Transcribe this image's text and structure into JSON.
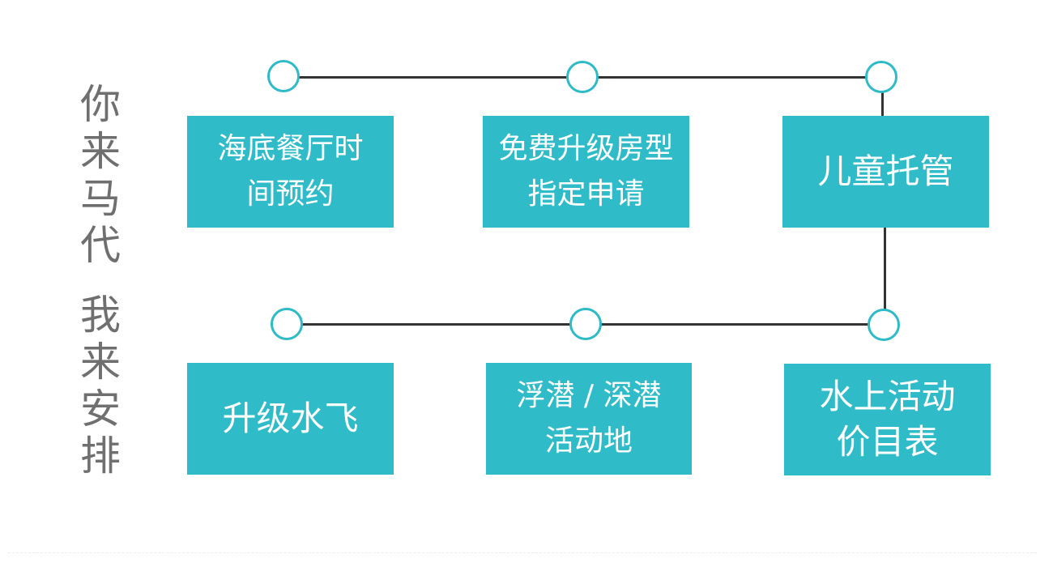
{
  "slogan": {
    "part1": [
      "你",
      "来",
      "马",
      "代"
    ],
    "part2": [
      "我",
      "来",
      "安",
      "排"
    ]
  },
  "services": [
    {
      "label": "海底餐厅时\n间预约"
    },
    {
      "label": "免费升级房型\n指定申请"
    },
    {
      "label": "儿童托管"
    },
    {
      "label": "升级水飞"
    },
    {
      "label": "浮潜 / 深潜\n活动地"
    },
    {
      "label": "水上活动\n价目表"
    }
  ],
  "colors": {
    "accent": "#30bbc8",
    "node_border": "#2fbac8",
    "connector": "#333333",
    "slogan_text": "#6f6f6f"
  }
}
